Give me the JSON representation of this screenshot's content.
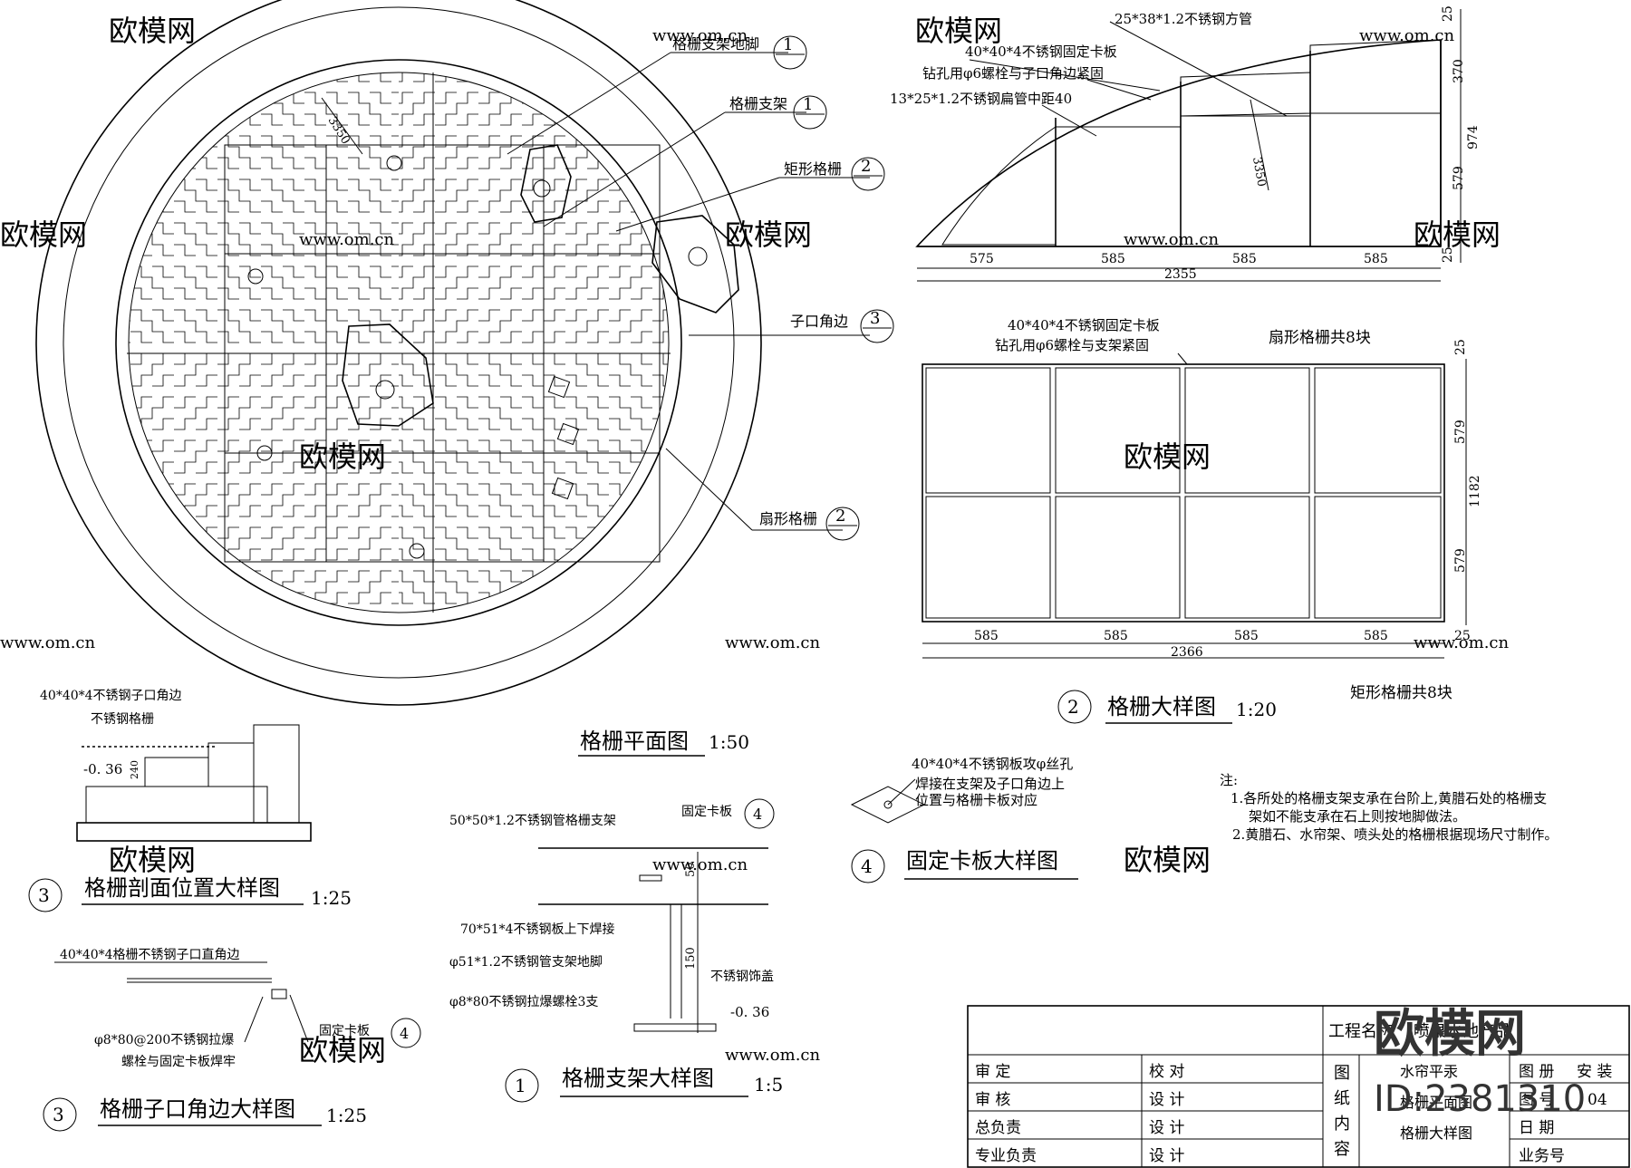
{
  "watermark": {
    "brand": "欧模网",
    "site": "www.om.cn",
    "id_text": "ID:2381310"
  },
  "plan": {
    "title": "格栅平面图",
    "scale": "1:50",
    "radius_dim": "3350",
    "callouts": [
      {
        "label": "格栅支架地脚",
        "num": "1"
      },
      {
        "label": "格栅支架",
        "num": "1"
      },
      {
        "label": "矩形格栅",
        "num": "2"
      },
      {
        "label": "子口角边",
        "num": "3"
      },
      {
        "label": "扇形格栅",
        "num": "2"
      }
    ]
  },
  "fan_detail": {
    "notes": [
      "25*38*1.2不锈钢方管",
      "40*40*4不锈钢固定卡板",
      "钻孔用φ6螺栓与子口角边紧固",
      "13*25*1.2不锈钢扁管中距40"
    ],
    "radius_dim": "3350",
    "bottom_dims": [
      "575",
      "585",
      "585",
      "585"
    ],
    "total": "2355",
    "right_dims": [
      "25",
      "370",
      "974",
      "579",
      "25"
    ]
  },
  "rect_detail": {
    "notes": [
      "40*40*4不锈钢固定卡板",
      "钻孔用φ6螺栓与支架紧固"
    ],
    "fan_count": "扇形格栅共8块",
    "rect_count": "矩形格栅共8块",
    "bottom_dims": [
      "585",
      "585",
      "585",
      "585",
      "25"
    ],
    "total": "2366",
    "right_dims": [
      "25",
      "579",
      "1182",
      "579"
    ],
    "title_num": "2",
    "title": "格栅大样图",
    "scale": "1:20"
  },
  "section": {
    "labels": [
      "40*40*4不锈钢子口角边",
      "不锈钢格栅"
    ],
    "level": "-0. 36",
    "dim": "240",
    "title_num": "3",
    "title": "格栅剖面位置大样图",
    "scale": "1:25"
  },
  "edge": {
    "labels": [
      "40*40*4格栅不锈钢子口直角边",
      "φ8*80@200不锈钢拉爆",
      "螺栓与固定卡板焊牢",
      "固定卡板"
    ],
    "ref_num": "4",
    "title_num": "3",
    "title": "格栅子口角边大样图",
    "scale": "1:25"
  },
  "support": {
    "labels": [
      "50*50*1.2不锈钢管格栅支架",
      "固定卡板",
      "70*51*4不锈钢板上下焊接",
      "φ51*1.2不锈钢管支架地脚",
      "φ8*80不锈钢拉爆螺栓3支",
      "不锈钢饰盖"
    ],
    "ref_num": "4",
    "dims": [
      "50",
      "150"
    ],
    "level": "-0. 36",
    "title_num": "1",
    "title": "格栅支架大样图",
    "scale": "1:5"
  },
  "plate": {
    "labels": [
      "40*40*4不锈钢板攻φ丝孔",
      "焊接在支架及子口角边上",
      "位置与格栅卡板对应"
    ],
    "title_num": "4",
    "title": "固定卡板大样图"
  },
  "notes": {
    "head": "注:",
    "lines": [
      "1.各所处的格栅支架支承在台阶上,黄腊石处的格栅支",
      "架如不能支承在石上则按地脚做法。",
      "2.黄腊石、水帘架、喷头处的格栅根据现场尺寸制作。"
    ]
  },
  "title_block": {
    "project_label": "工程名称",
    "project_value": "喷泉水池产品",
    "rows": [
      [
        "审 定",
        "校 对"
      ],
      [
        "审 核",
        "设 计"
      ],
      [
        "总负责",
        "设 计"
      ],
      [
        "专业负责",
        "设 计"
      ]
    ],
    "content_label": [
      "图",
      "纸",
      "内",
      "容"
    ],
    "content_values": [
      "水帘平汞",
      "格栅平面图",
      "格栅大样图"
    ],
    "right_labels": [
      "图 册",
      "图 号",
      "日 期",
      "业务号"
    ],
    "right_values": [
      "安 装",
      "04",
      "",
      ""
    ]
  }
}
